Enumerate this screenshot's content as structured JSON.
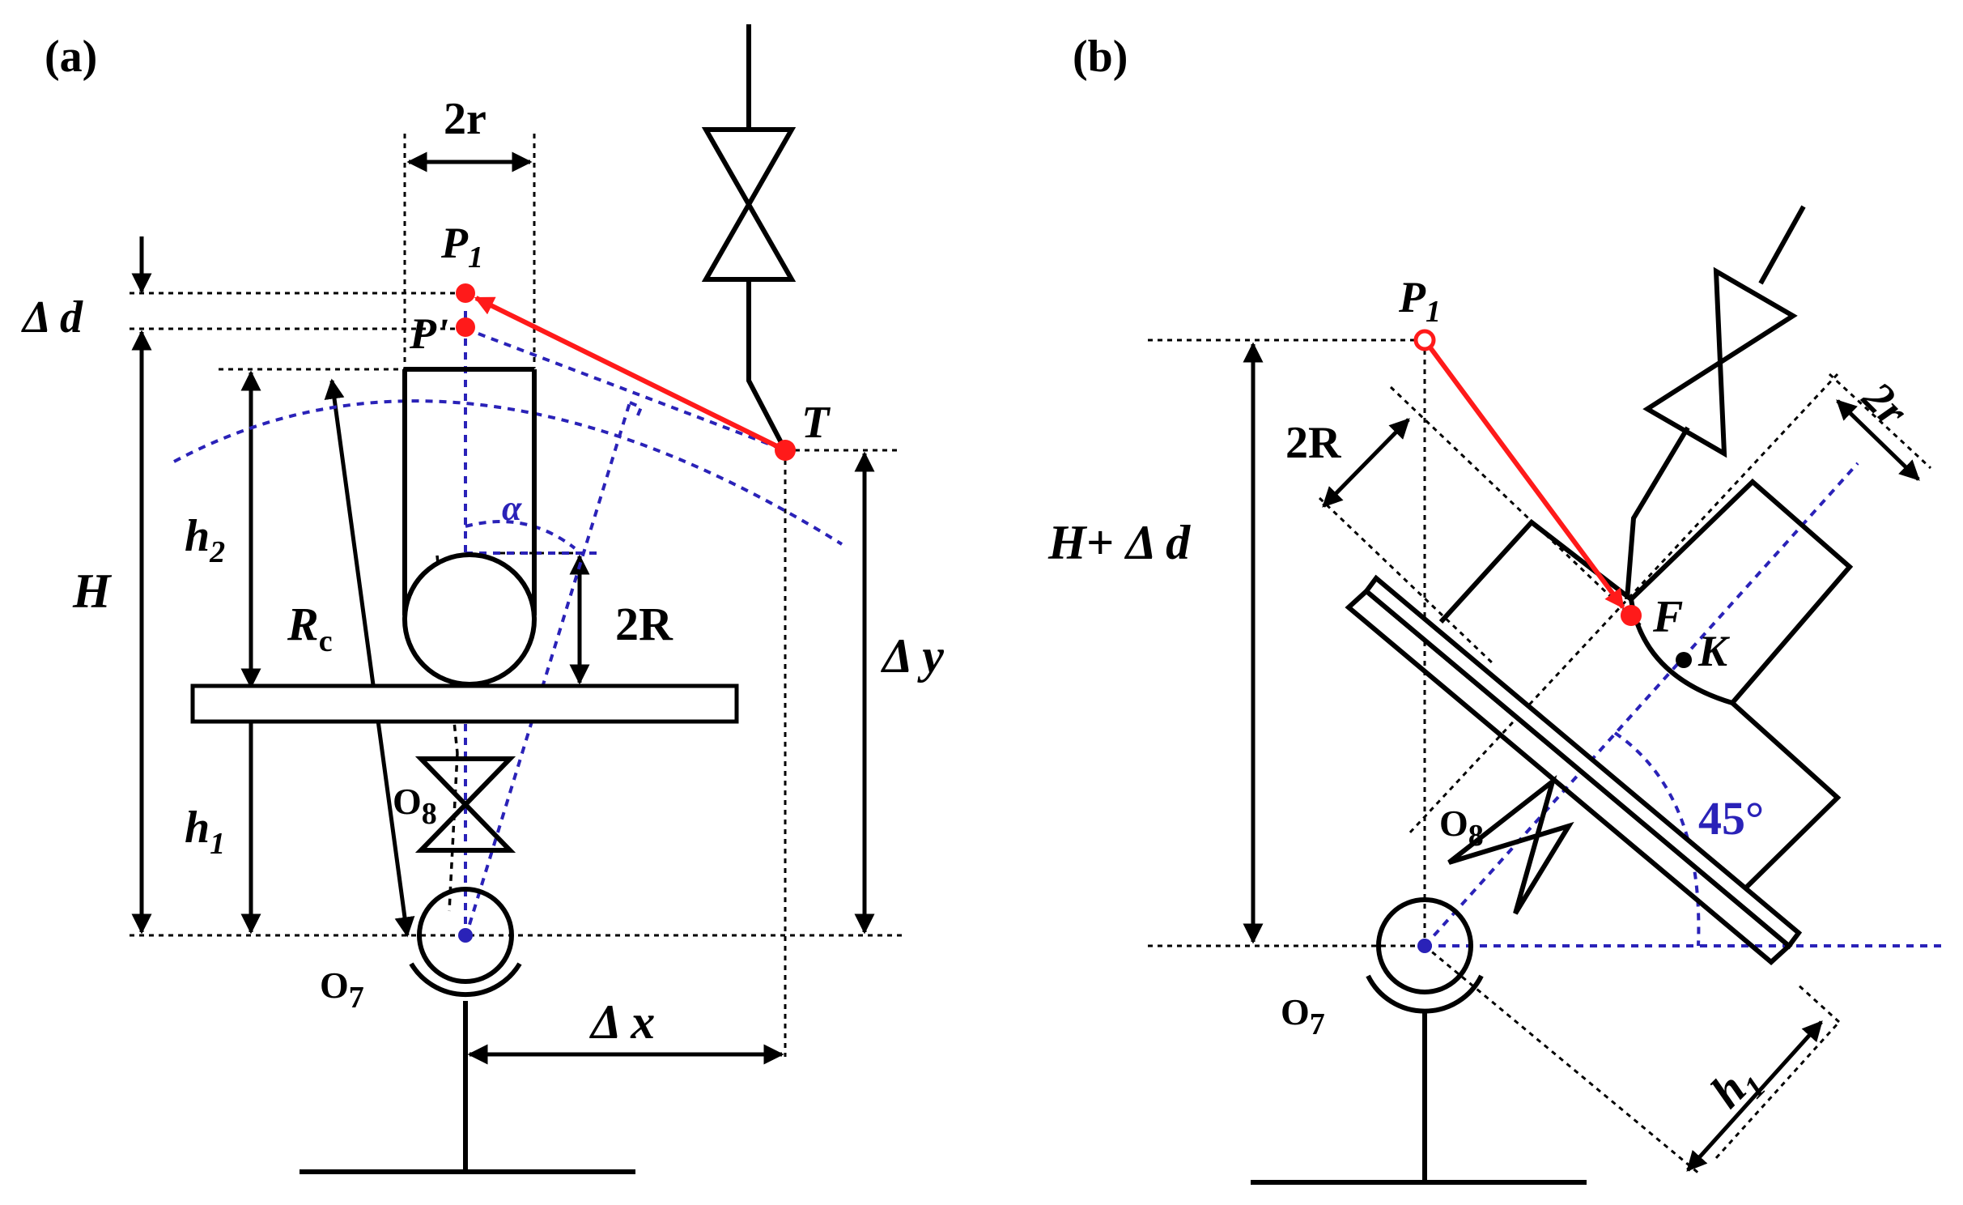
{
  "panels": {
    "a": {
      "tag": "(a)",
      "labels": {
        "two_r": "2r",
        "p1_main": "P",
        "p1_sub": "1",
        "p_prime": "P'",
        "delta_d": "Δ d",
        "t": "T",
        "h2_main": "h",
        "h2_sub": "2",
        "big_h": "H",
        "alpha": "α",
        "rc_main": "R",
        "rc_sub": "c",
        "two_big_r": "2R",
        "delta_y": "Δ y",
        "h1_main": "h",
        "h1_sub": "1",
        "o8_main": "O",
        "o8_sub": "8",
        "o7_main": "O",
        "o7_sub": "7",
        "delta_x": "Δ x"
      }
    },
    "b": {
      "tag": "(b)",
      "labels": {
        "p1_main": "P",
        "p1_sub": "1",
        "h_plus_dd": "H+ Δ d",
        "two_big_r": "2R",
        "two_r": "2r",
        "f": "F",
        "k": "K",
        "angle": "45°",
        "o8_main": "O",
        "o8_sub": "8",
        "o7_main": "O",
        "o7_sub": "7",
        "h1_main": "h",
        "h1_sub": "1"
      }
    }
  },
  "colors": {
    "structure": "#000000",
    "construction": "#2a22b8",
    "trajectory": "#ff1a1a"
  }
}
